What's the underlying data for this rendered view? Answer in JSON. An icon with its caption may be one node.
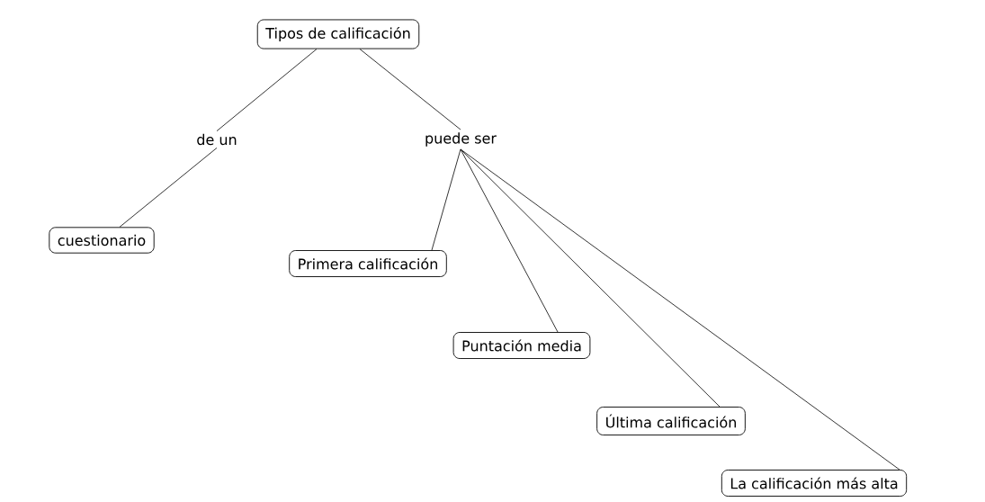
{
  "diagram": {
    "nodes": [
      {
        "text": [
          "Tipos de calificación"
        ]
      },
      {
        "text": [
          "de un"
        ]
      },
      {
        "text": [
          "puede ser"
        ]
      },
      {
        "text": [
          "cuestionario"
        ]
      },
      {
        "text": [
          "Primera calificación"
        ]
      },
      {
        "text": [
          "Puntación media"
        ]
      },
      {
        "text": [
          "Última calificación"
        ]
      },
      {
        "text": [
          "La calificación más alta"
        ]
      }
    ],
    "edges": [
      {
        "from": 0,
        "to": 1,
        "arrow": "none"
      },
      {
        "from": 1,
        "to": 3,
        "arrow": "none"
      },
      {
        "from": 0,
        "to": 2,
        "arrow": "none"
      },
      {
        "from": 2,
        "to": 4,
        "arrow": "none"
      },
      {
        "from": 2,
        "to": 5,
        "arrow": "none"
      },
      {
        "from": 2,
        "to": 6,
        "arrow": "none"
      },
      {
        "from": 2,
        "to": 7,
        "arrow": "none"
      }
    ]
  }
}
